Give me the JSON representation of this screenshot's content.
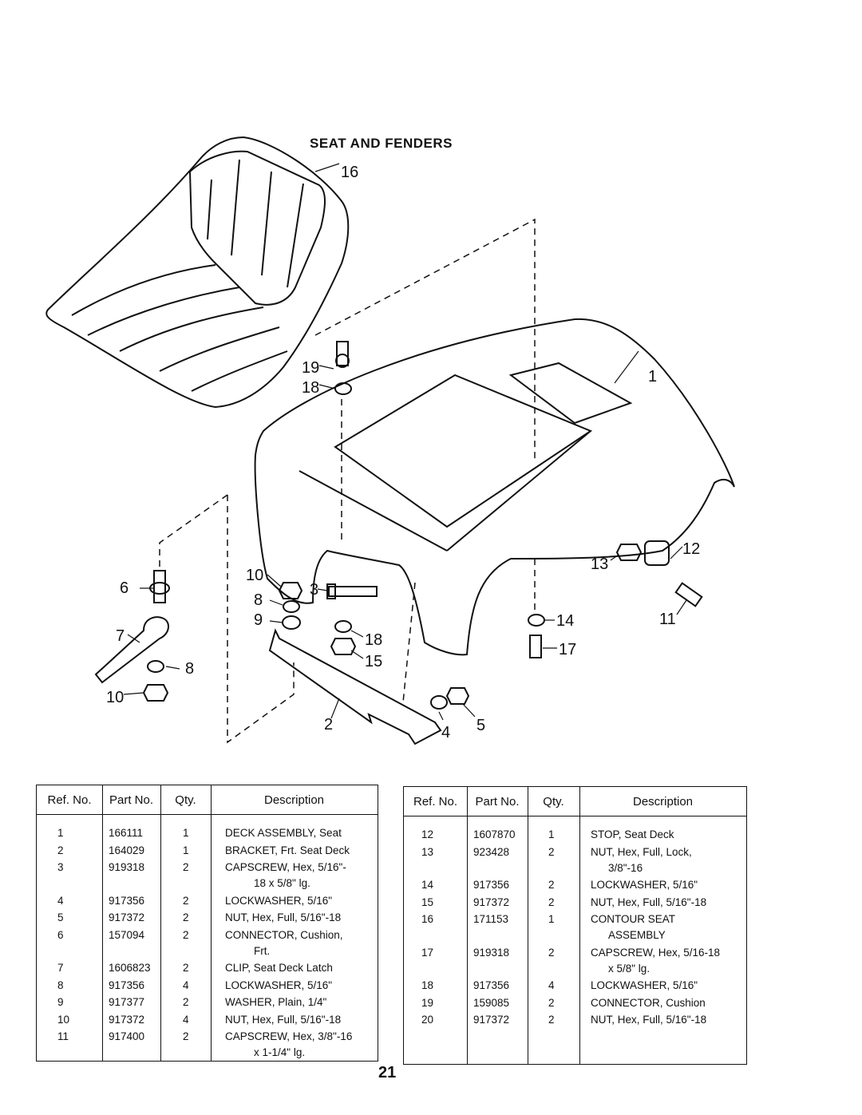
{
  "title": "SEAT AND FENDERS",
  "page_number": "21",
  "callouts": [
    "16",
    "1",
    "19",
    "18",
    "12",
    "13",
    "11",
    "6",
    "10",
    "3",
    "8",
    "9",
    "7",
    "8",
    "10",
    "14",
    "17",
    "18",
    "15",
    "2",
    "4",
    "5"
  ],
  "table_headers": {
    "ref": "Ref. No.",
    "part": "Part No.",
    "qty": "Qty.",
    "desc": "Description"
  },
  "left_table": [
    {
      "ref": "1",
      "part": "166111",
      "qty": "1",
      "desc": [
        "DECK ASSEMBLY, Seat"
      ]
    },
    {
      "ref": "2",
      "part": "164029",
      "qty": "1",
      "desc": [
        "BRACKET, Frt. Seat Deck"
      ]
    },
    {
      "ref": "3",
      "part": "919318",
      "qty": "2",
      "desc": [
        "CAPSCREW, Hex, 5/16\"-",
        "18 x 5/8\" lg."
      ]
    },
    {
      "ref": "4",
      "part": "917356",
      "qty": "2",
      "desc": [
        "LOCKWASHER, 5/16\""
      ]
    },
    {
      "ref": "5",
      "part": "917372",
      "qty": "2",
      "desc": [
        "NUT, Hex, Full, 5/16\"-18"
      ]
    },
    {
      "ref": "6",
      "part": "157094",
      "qty": "2",
      "desc": [
        "CONNECTOR, Cushion,",
        "Frt."
      ]
    },
    {
      "ref": "7",
      "part": "1606823",
      "qty": "2",
      "desc": [
        "CLIP, Seat Deck Latch"
      ]
    },
    {
      "ref": "8",
      "part": "917356",
      "qty": "4",
      "desc": [
        "LOCKWASHER, 5/16\""
      ]
    },
    {
      "ref": "9",
      "part": "917377",
      "qty": "2",
      "desc": [
        "WASHER, Plain, 1/4\""
      ]
    },
    {
      "ref": "10",
      "part": "917372",
      "qty": "4",
      "desc": [
        "NUT, Hex, Full, 5/16\"-18"
      ]
    },
    {
      "ref": "11",
      "part": "917400",
      "qty": "2",
      "desc": [
        "CAPSCREW, Hex, 3/8\"-16",
        "x 1-1/4\" lg."
      ]
    }
  ],
  "right_table": [
    {
      "ref": "12",
      "part": "1607870",
      "qty": "1",
      "desc": [
        "STOP, Seat Deck"
      ]
    },
    {
      "ref": "13",
      "part": "923428",
      "qty": "2",
      "desc": [
        "NUT, Hex, Full, Lock,",
        "3/8\"-16"
      ]
    },
    {
      "ref": "14",
      "part": "917356",
      "qty": "2",
      "desc": [
        "LOCKWASHER, 5/16\""
      ]
    },
    {
      "ref": "15",
      "part": "917372",
      "qty": "2",
      "desc": [
        "NUT, Hex, Full, 5/16\"-18"
      ]
    },
    {
      "ref": "16",
      "part": "171153",
      "qty": "1",
      "desc": [
        "CONTOUR SEAT",
        "ASSEMBLY"
      ]
    },
    {
      "ref": "17",
      "part": "919318",
      "qty": "2",
      "desc": [
        "CAPSCREW, Hex, 5/16-18",
        "x 5/8\" lg."
      ]
    },
    {
      "ref": "18",
      "part": "917356",
      "qty": "4",
      "desc": [
        "LOCKWASHER, 5/16\""
      ]
    },
    {
      "ref": "19",
      "part": "159085",
      "qty": "2",
      "desc": [
        "CONNECTOR, Cushion"
      ]
    },
    {
      "ref": "20",
      "part": "917372",
      "qty": "2",
      "desc": [
        "NUT, Hex, Full, 5/16\"-18"
      ]
    }
  ]
}
